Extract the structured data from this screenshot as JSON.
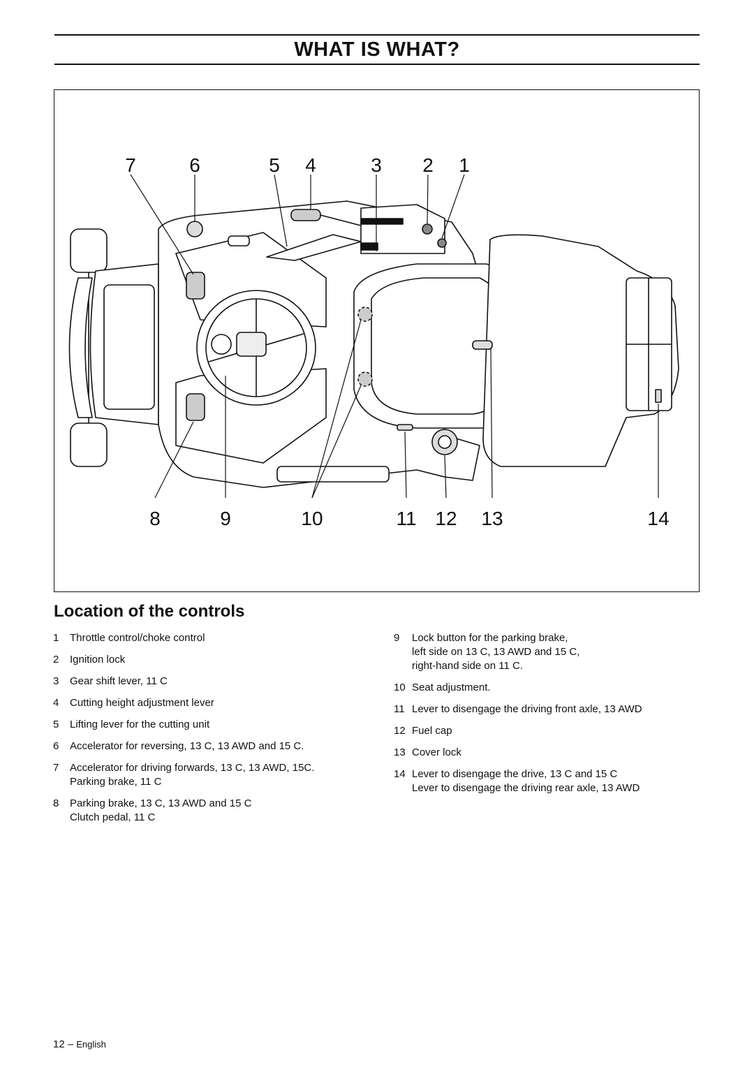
{
  "header": {
    "title": "WHAT IS WHAT?"
  },
  "figure": {
    "callouts_top": [
      "7",
      "6",
      "5",
      "4",
      "3",
      "2",
      "1"
    ],
    "callouts_bottom": [
      "8",
      "9",
      "10",
      "11",
      "12",
      "13",
      "14"
    ]
  },
  "section": {
    "title": "Location of the controls"
  },
  "controls_left": [
    {
      "num": "1",
      "text": "Throttle control/choke control"
    },
    {
      "num": "2",
      "text": "Ignition lock"
    },
    {
      "num": "3",
      "text": "Gear shift lever, 11 C"
    },
    {
      "num": "4",
      "text": "Cutting height adjustment lever"
    },
    {
      "num": "5",
      "text": "Lifting lever for the cutting unit"
    },
    {
      "num": "6",
      "text": "Accelerator for reversing, 13 C, 13 AWD and 15 C."
    },
    {
      "num": "7",
      "text": "Accelerator for driving forwards, 13 C, 13 AWD, 15C.\nParking brake, 11 C"
    },
    {
      "num": "8",
      "text": "Parking brake, 13 C, 13 AWD and 15 C\nClutch pedal, 11 C"
    }
  ],
  "controls_right": [
    {
      "num": "9",
      "text": "Lock button for the parking brake,\nleft side on 13 C, 13 AWD and 15 C,\nright-hand side on 11 C."
    },
    {
      "num": "10",
      "text": "Seat adjustment."
    },
    {
      "num": "11",
      "text": "Lever to disengage the driving front axle, 13 AWD"
    },
    {
      "num": "12",
      "text": "Fuel cap"
    },
    {
      "num": "13",
      "text": "Cover lock"
    },
    {
      "num": "14",
      "text": "Lever to disengage the drive, 13 C and 15 C\nLever to disengage the driving rear axle, 13 AWD"
    }
  ],
  "footer": {
    "page_number": "12 –",
    "language": "English"
  }
}
